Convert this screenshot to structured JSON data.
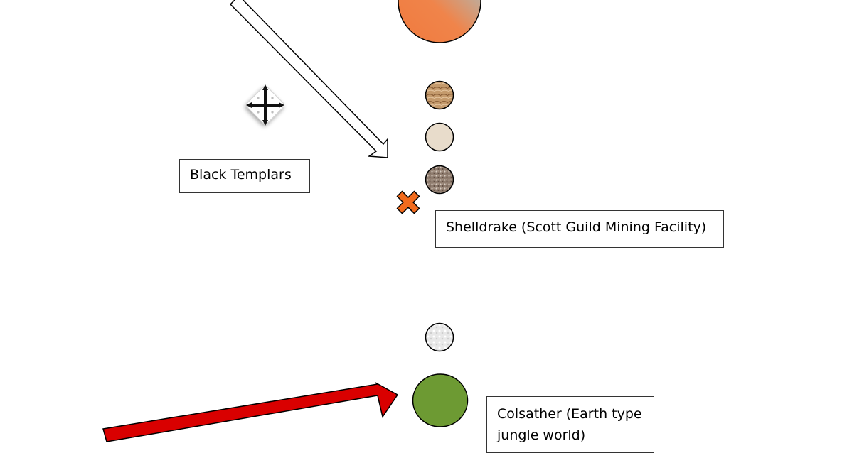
{
  "labels": {
    "black_templars": "Black Templars",
    "shelldrake": "Shelldrake (Scott Guild Mining Facility)",
    "colsather_line1": "Colsather (Earth type",
    "colsather_line2": "jungle world)"
  },
  "icons": {
    "move_marker": "move-cross-icon",
    "location_marker": "x-marker-icon"
  },
  "colors": {
    "gas_giant_a": "#f07a3e",
    "gas_giant_b": "#9cc8d4",
    "jungle_world": "#6d9a33",
    "red_arrow": "#d90000",
    "x_marker": "#f26b1d",
    "rocky_moon": "#b98a5c",
    "pale_moon": "#e8dccb",
    "gravel_moon": "#9a8778",
    "ice_moon": "#e6e6e6"
  }
}
